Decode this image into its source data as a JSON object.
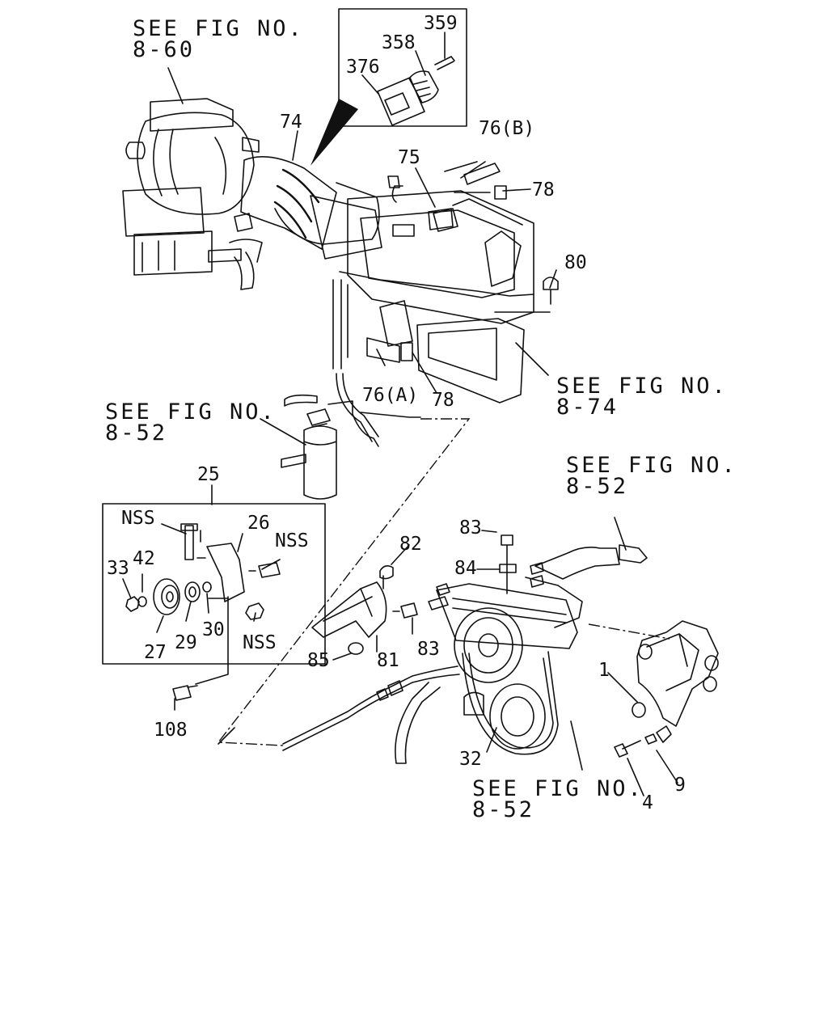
{
  "references": {
    "fig_8_60": {
      "line1": "SEE FIG NO.",
      "line2": "8-60"
    },
    "fig_8_74": {
      "line1": "SEE FIG NO.",
      "line2": "8-74"
    },
    "fig_8_52_left": {
      "line1": "SEE FIG NO.",
      "line2": "8-52"
    },
    "fig_8_52_right": {
      "line1": "SEE FIG NO.",
      "line2": "8-52"
    },
    "fig_8_52_bottom": {
      "line1": "SEE FIG NO.",
      "line2": "8-52"
    }
  },
  "callouts": {
    "c359": "359",
    "c358": "358",
    "c376": "376",
    "c74": "74",
    "c76b": "76(B)",
    "c75": "75",
    "c78a": "78",
    "c80": "80",
    "c76a": "76(A)",
    "c78b": "78",
    "c25": "25",
    "c26": "26",
    "nss1": "NSS",
    "nss2": "NSS",
    "nss3": "NSS",
    "c33": "33",
    "c42": "42",
    "c27": "27",
    "c29": "29",
    "c30": "30",
    "c108": "108",
    "c82": "82",
    "c83a": "83",
    "c84": "84",
    "c83b": "83",
    "c85": "85",
    "c81": "81",
    "c1": "1",
    "c32": "32",
    "c9": "9",
    "c4": "4"
  },
  "style": {
    "line_color": "#111111",
    "background": "#ffffff"
  }
}
